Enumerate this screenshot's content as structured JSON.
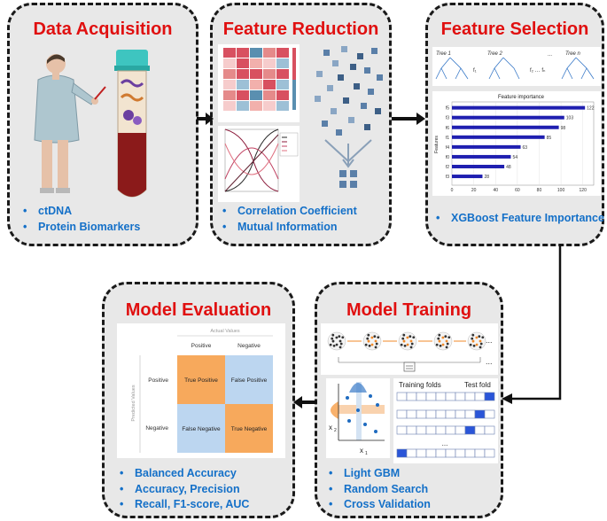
{
  "panels": {
    "acquisition": {
      "title": "Data Acquisition",
      "bullets": [
        "ctDNA",
        "Protein Biomarkers"
      ]
    },
    "reduction": {
      "title": "Feature Reduction",
      "bullets": [
        "Correlation Coefficient",
        "Mutual Information"
      ]
    },
    "selection": {
      "title": "Feature Selection",
      "bullets": [
        "XGBoost Feature Importance"
      ],
      "trees": [
        "Tree 1",
        "Tree 2",
        "Tree n"
      ],
      "chart_title": "Feature importance",
      "ylabel": "Features",
      "features": [
        "f5",
        "f3",
        "f6",
        "f1",
        "f4",
        "f0",
        "f2",
        "f3"
      ],
      "values": [
        122,
        103,
        98,
        85,
        63,
        54,
        48,
        28
      ],
      "xticks": [
        "0",
        "20",
        "40",
        "60",
        "80",
        "100",
        "120"
      ]
    },
    "training": {
      "title": "Model Training",
      "bullets": [
        "Light GBM",
        "Random Search",
        "Cross Validation"
      ],
      "training_folds": "Training folds",
      "test_fold": "Test fold",
      "dots": "...",
      "x1": "x",
      "x2": "x"
    },
    "evaluation": {
      "title": "Model Evaluation",
      "bullets": [
        "Balanced Accuracy",
        "Accuracy, Precision",
        "Recall, F1-score, AUC"
      ],
      "actual_values": "Actual Values",
      "predicted_values": "Predicted Values",
      "col_positive": "Positive",
      "col_negative": "Negative",
      "row_positive": "Positive",
      "row_negative": "Negative",
      "tp": "True Positive",
      "fp": "False Positive",
      "fn": "False Negative",
      "tn": "True Negative"
    }
  },
  "colors": {
    "title": "#e01010",
    "bullet": "#1470c8",
    "panel_bg": "#e8e8e8",
    "bar": "#1f1fb0",
    "orange": "#f7a95c",
    "blue": "#bcd6f0"
  }
}
